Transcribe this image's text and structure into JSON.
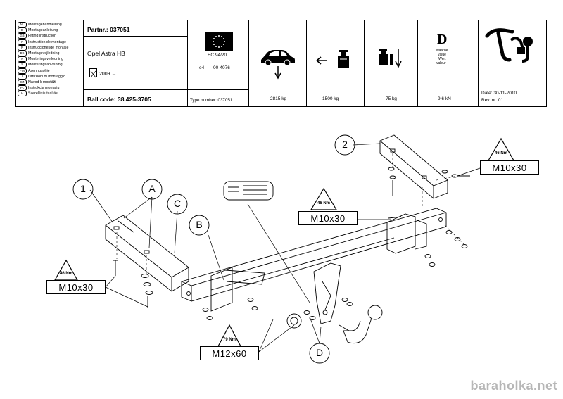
{
  "languages": [
    {
      "code": "NL",
      "label": "Montagehandleiding"
    },
    {
      "code": "D",
      "label": "Montageanleitung"
    },
    {
      "code": "GB",
      "label": "Fitting instruction"
    },
    {
      "code": "F",
      "label": "Instruction de montage"
    },
    {
      "code": "R",
      "label": "Instruccionesde montaje"
    },
    {
      "code": "DK",
      "label": "Montagevejledning"
    },
    {
      "code": "N",
      "label": "Monteringsveiledning"
    },
    {
      "code": "S",
      "label": "Monteringsanvisning"
    },
    {
      "code": "FIN",
      "label": "Asennusohje"
    },
    {
      "code": "I",
      "label": "Istruzioni di montaggio"
    },
    {
      "code": "CZ",
      "label": "Návod k montáži"
    },
    {
      "code": "PL",
      "label": "Instrukcja montażu"
    },
    {
      "code": "H",
      "label": "Szerelési utasítás"
    }
  ],
  "header": {
    "partnr": "Partnr.: 037051",
    "car": "Opel Astra HB",
    "year": "2009 →",
    "ball_code": "Ball code: 38 425-3705",
    "ec_directive": "EC 94/20",
    "approval_prefix": "e4",
    "approval_number": "00-4076",
    "type_number": "Type  number:  037051",
    "vehicle_mass": "2815 kg",
    "trailer_mass": "1500 kg",
    "vertical_load": "75 kg",
    "d_symbol": "D",
    "d_labels": [
      "waarde",
      "value",
      "Wert",
      "valeur"
    ],
    "d_value": "9,6 kN",
    "date": "Date:  30-11-2010",
    "rev": "Rev.  nr.  01"
  },
  "diagram": {
    "callouts": [
      "1",
      "A",
      "C",
      "B",
      "2",
      "D"
    ],
    "bolt_labels": [
      "M10x30",
      "M10x30",
      "M10x30",
      "M12x60"
    ],
    "torques": [
      "46 Nm",
      "46 Nm",
      "46 Nm",
      "79 Nm"
    ]
  },
  "watermark": "baraholka.net"
}
